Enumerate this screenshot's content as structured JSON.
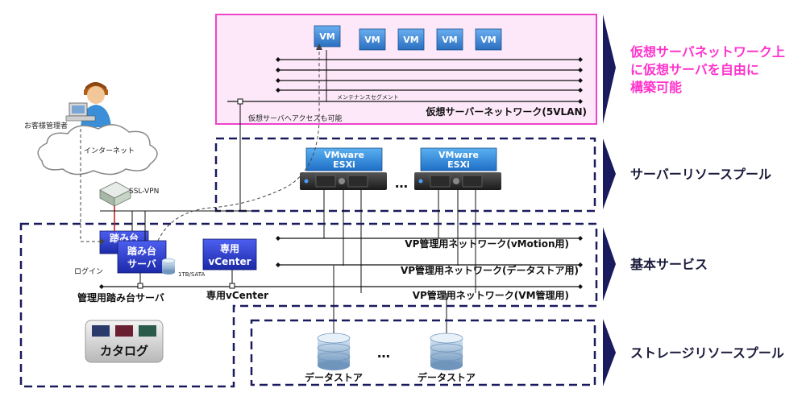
{
  "virtual_zone": {
    "vm_label": "VM",
    "vm_count": 5,
    "maintenance_segment": "メンテナンスセグメント",
    "network_title": "仮想サーバーネットワーク(5VLAN)",
    "access_note": "仮想サーバへアクセスも可能"
  },
  "sections": {
    "virtual_network_callout": [
      "仮想サーバネットワーク上",
      "に仮想サーバを自由に",
      "構築可能"
    ],
    "server_pool": "サーバーリソースプール",
    "basic_services": "基本サービス",
    "storage_pool": "ストレージリソースプール"
  },
  "customer": {
    "admin_label": "お客様管理者",
    "internet_label": "インターネット",
    "ssl_vpn_label": "SSL-VPN",
    "login_label": "ログイン"
  },
  "servers": {
    "esxi_line1": "VMware",
    "esxi_line2": "ESXi",
    "ellipsis": "…"
  },
  "basic": {
    "stepping_top": "踏み台",
    "stepping_front_line1": "踏み台",
    "stepping_front_line2": "サーバ",
    "disk_label": "1TB/SATA",
    "stepping_caption": "管理用踏み台サーバ",
    "vcenter_line1": "専用",
    "vcenter_line2": "vCenter",
    "vcenter_caption": "専用vCenter",
    "net_vmotion": "VP管理用ネットワーク(vMotion用)",
    "net_datastore": "VP管理用ネットワーク(データストア用)",
    "net_vm": "VP管理用ネットワーク(VM管理用)",
    "catalog_label": "カタログ"
  },
  "storage": {
    "datastore_label": "データストア",
    "ellipsis": "…"
  },
  "colors": {
    "navy": "#1a1a5e",
    "pink_border": "#ee44cc",
    "pink_fill": "#fde8fa",
    "callout_text": "#ff33cc",
    "vm_box": "#3a7fc8",
    "server_blue": "#2a3fc0"
  }
}
